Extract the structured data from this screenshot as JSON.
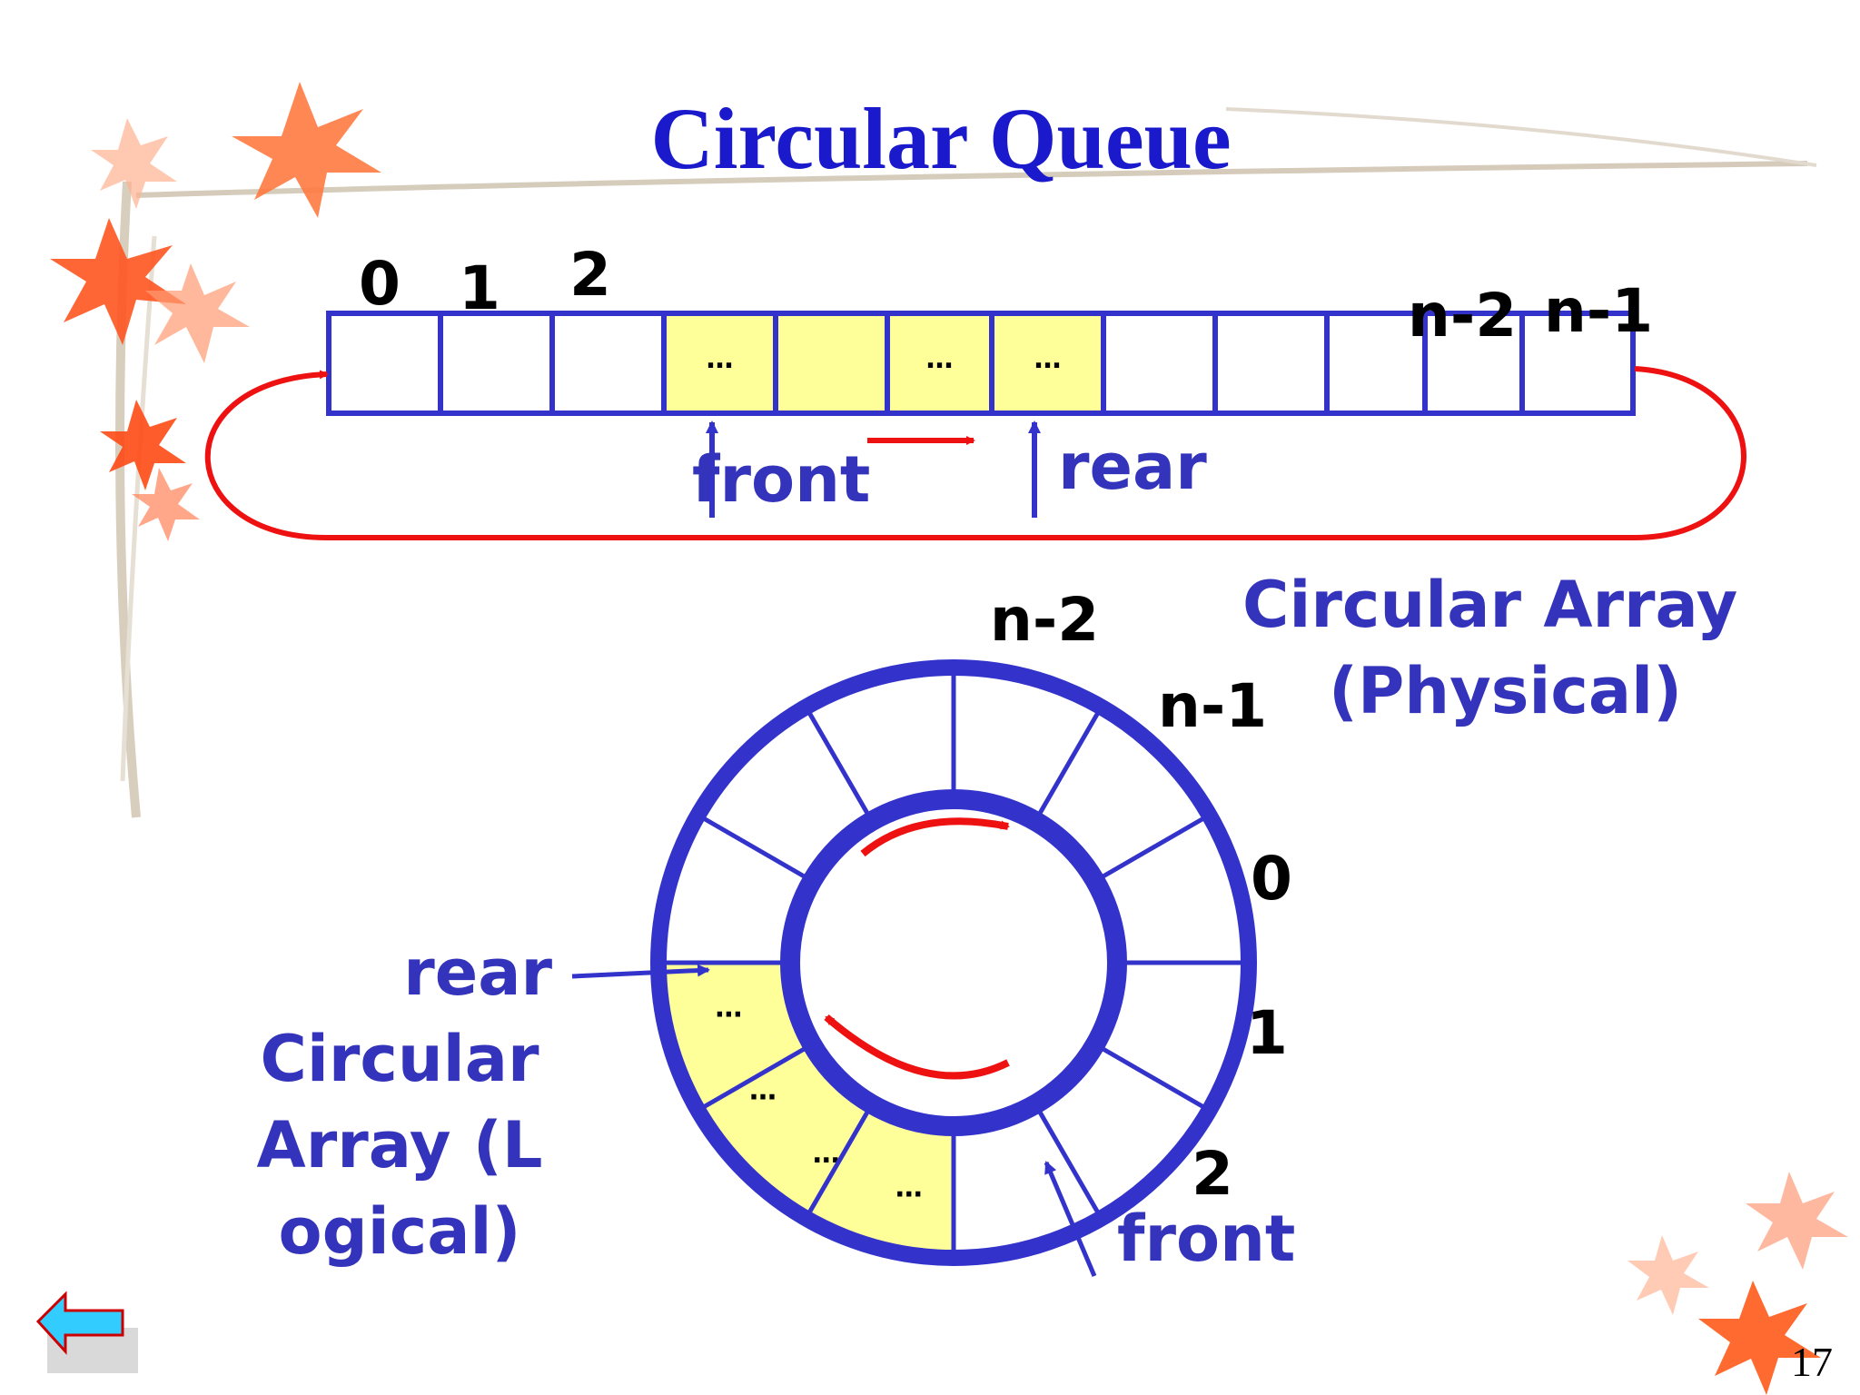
{
  "slide": {
    "title": "Circular Queue",
    "page_number": "17"
  },
  "linear_array": {
    "index_labels": [
      "0",
      "1",
      "2"
    ],
    "tail_index_labels": [
      "n-2",
      "n-1"
    ],
    "cell_count": 12,
    "filled_cells": [
      3,
      4,
      5,
      6
    ],
    "ellipsis_text": "…",
    "front_label": "front",
    "rear_label": "rear"
  },
  "ring": {
    "segment_count": 12,
    "outer_labels": [
      "n-2",
      "n-1",
      "0",
      "1",
      "2"
    ],
    "filled_segments": 4,
    "ellipsis_text": "…",
    "front_label": "front",
    "rear_label": "rear"
  },
  "captions": {
    "physical_line1": "Circular  Array",
    "physical_line2": "(Physical)",
    "logical_line1": "Circular",
    "logical_line2": "Array (L",
    "logical_line3": "ogical)"
  },
  "colors": {
    "title": "#1a1acc",
    "outline": "#3333cc",
    "fill": "#ffff99",
    "arrow_red": "#ee1111",
    "label_blue": "#3333bb"
  },
  "nav": {
    "back_icon": "left-arrow-icon"
  }
}
